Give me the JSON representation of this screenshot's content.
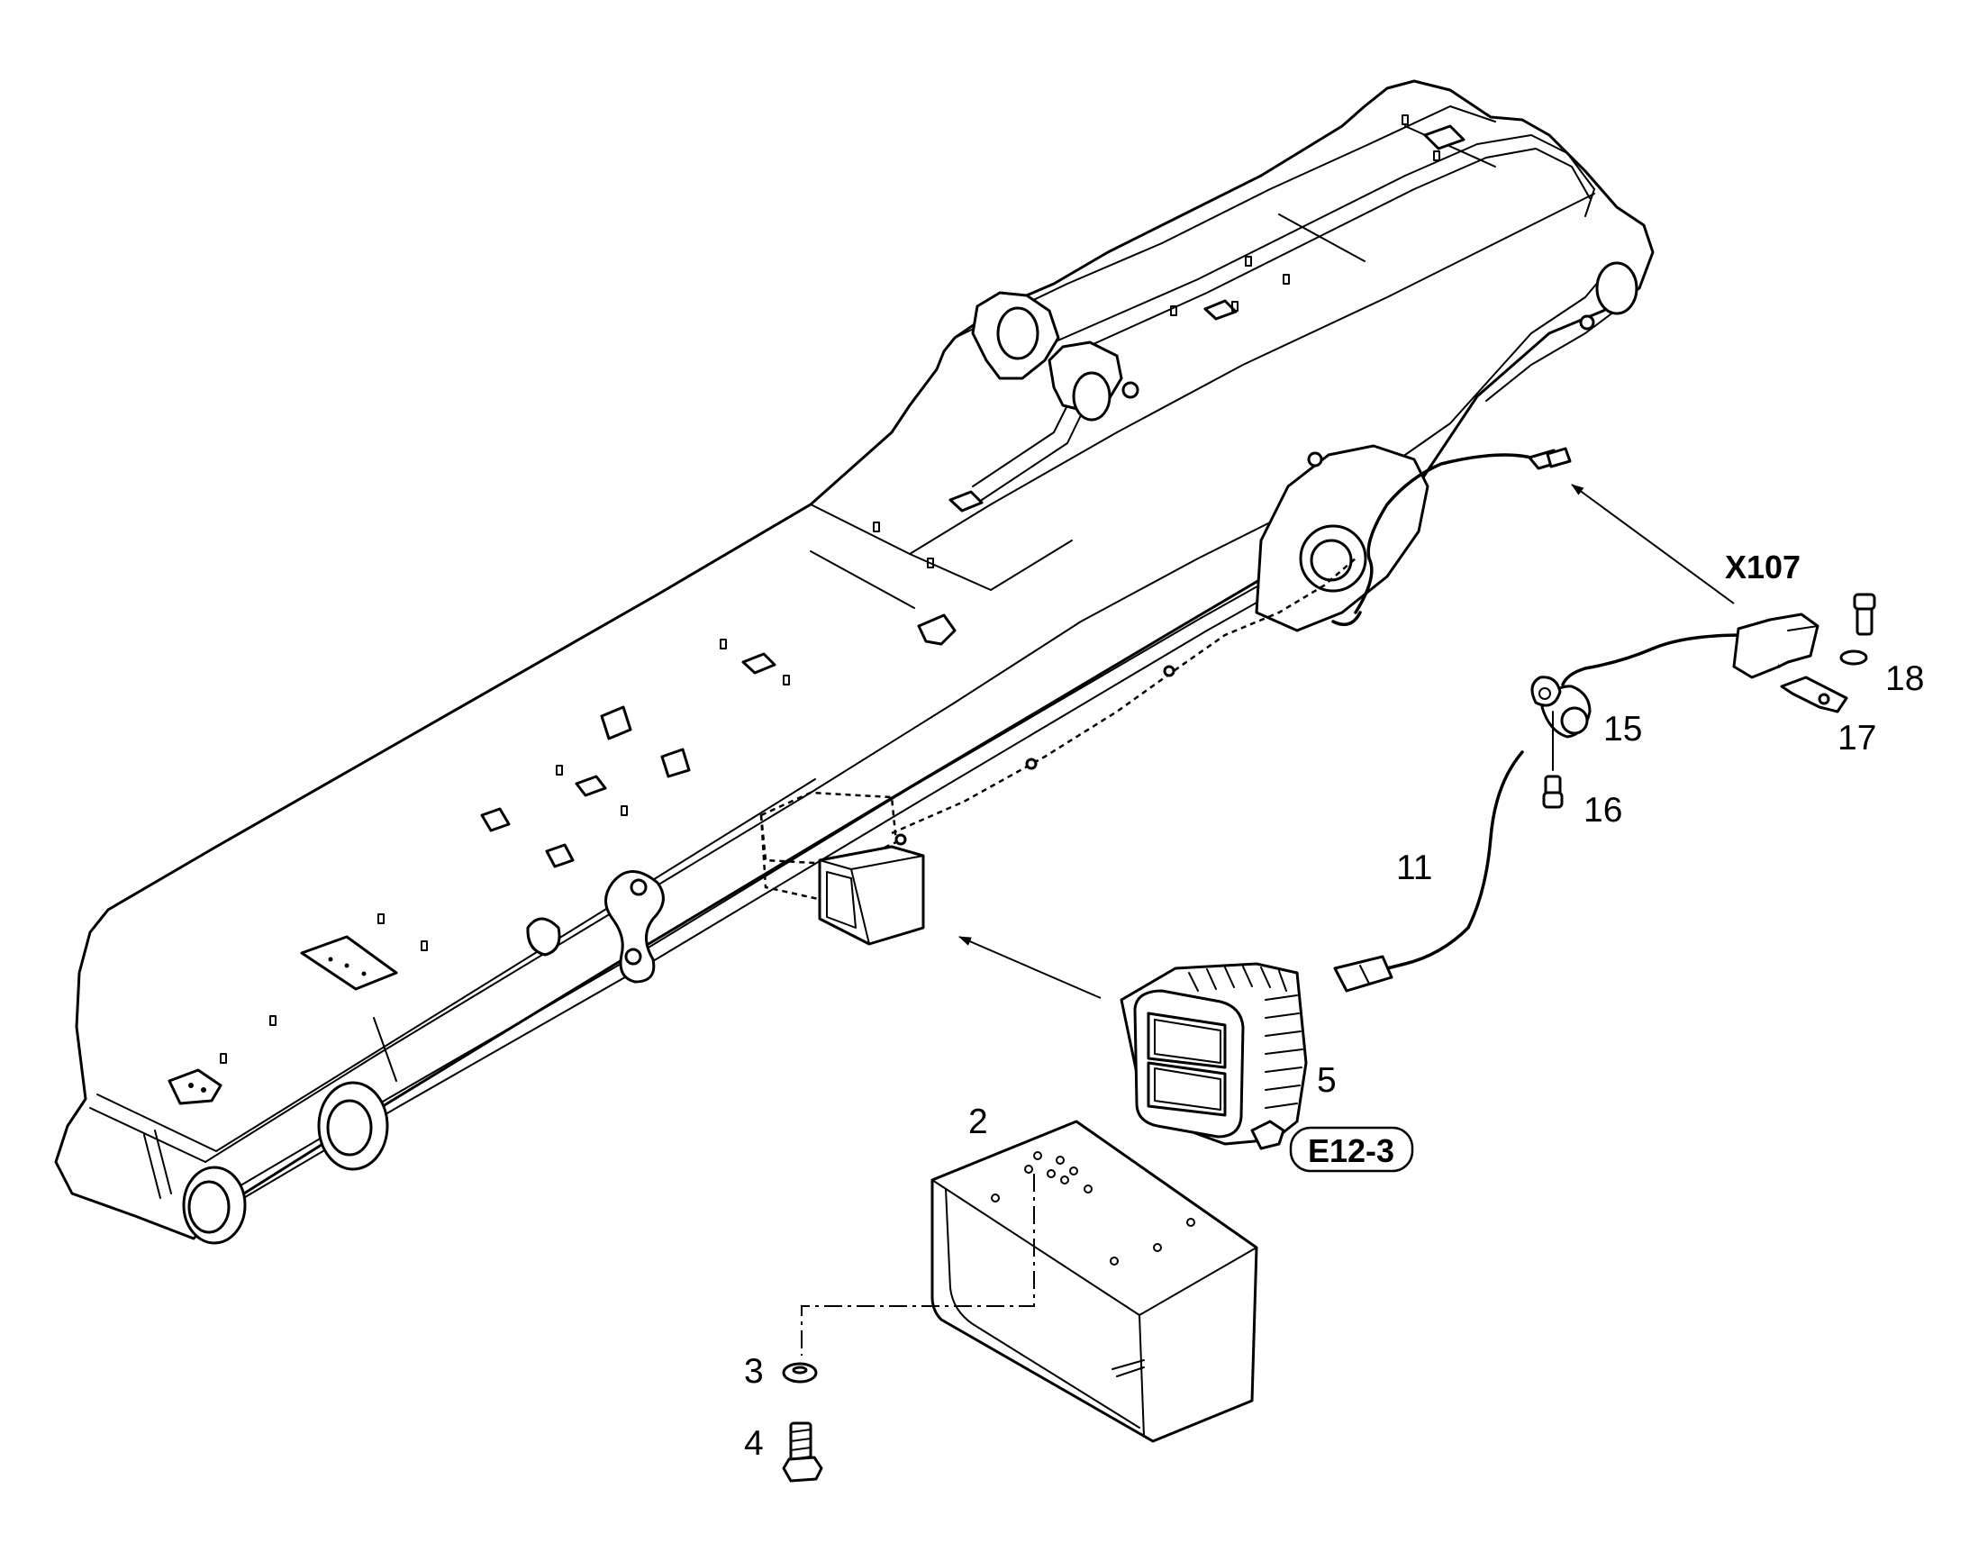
{
  "callouts": {
    "c2": "2",
    "c3": "3",
    "c4": "4",
    "c5": "5",
    "c11": "11",
    "c15": "15",
    "c16": "16",
    "c17": "17",
    "c18": "18"
  },
  "connector_label": "X107",
  "component_tag": "E12-3",
  "icons": {
    "boom": "excavator-boom-arm",
    "lamp": "work-lamp",
    "bracket": "lamp-guard-bracket",
    "cable": "wiring-harness",
    "clamp": "cable-clamp",
    "screw": "screw",
    "washer": "washer",
    "bolt": "hex-bolt",
    "plate": "mounting-plate",
    "connector": "plug-connector"
  }
}
